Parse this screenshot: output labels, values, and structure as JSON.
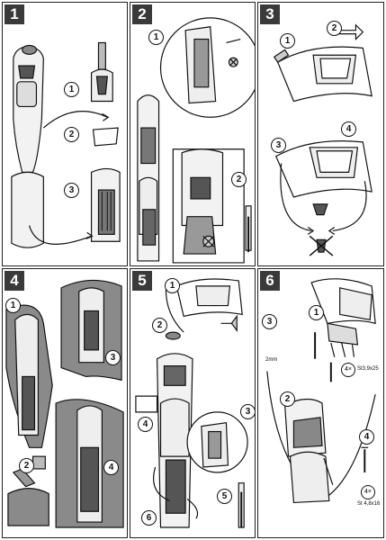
{
  "panels": [
    {
      "number": "1",
      "steps": [
        "1",
        "2",
        "3"
      ]
    },
    {
      "number": "2",
      "steps": [
        "1",
        "2"
      ]
    },
    {
      "number": "3",
      "steps": [
        "1",
        "2",
        "3",
        "4"
      ]
    },
    {
      "number": "4",
      "steps": [
        "1",
        "2",
        "3",
        "4"
      ]
    },
    {
      "number": "5",
      "steps": [
        "1",
        "2",
        "3",
        "4",
        "5",
        "6"
      ]
    },
    {
      "number": "6",
      "steps": [
        "1",
        "2",
        "3",
        "4"
      ]
    }
  ],
  "annotations": {
    "screw_top": "St3,9x25",
    "screw_top_qty": "4×",
    "screw_bottom": "St 4,8x16",
    "screw_bottom_qty": "4×",
    "qty_4x": "4×",
    "drill_size": "2mm"
  },
  "colors": {
    "ink": "#111111",
    "badge": "#3a3a3a",
    "forest": "#8a8a8a",
    "paper": "#ffffff"
  }
}
